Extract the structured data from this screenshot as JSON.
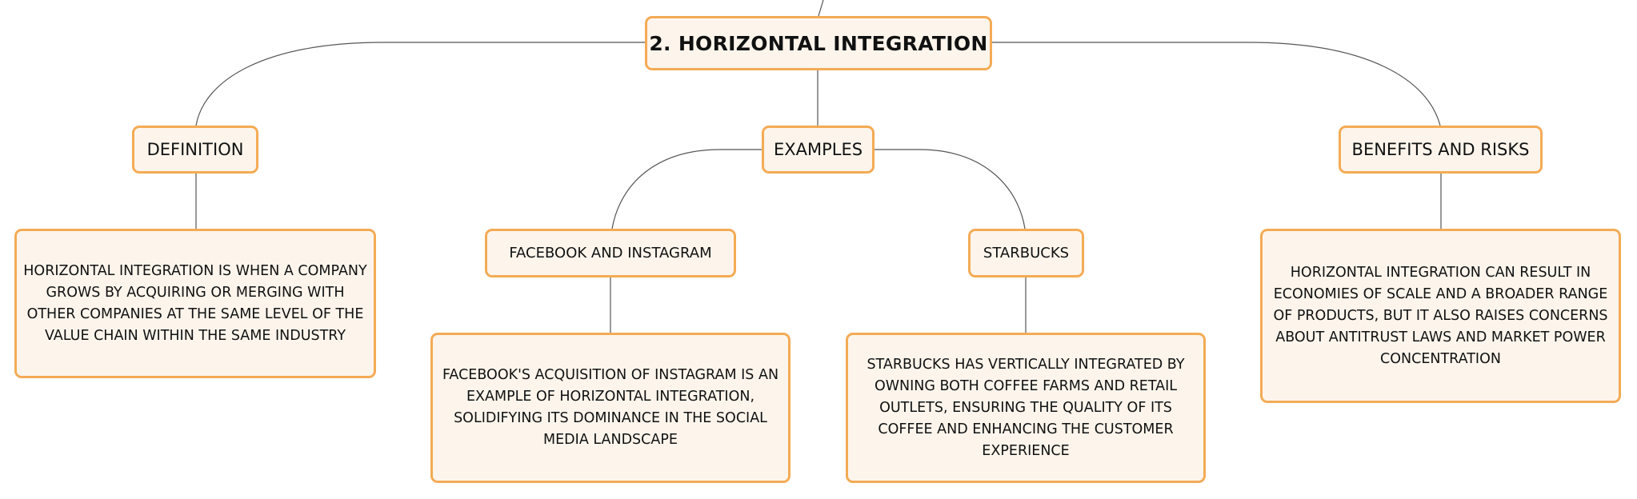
{
  "root": {
    "title": "2. HORIZONTAL INTEGRATION"
  },
  "branches": {
    "definition": {
      "label": "DEFINITION",
      "detail": "HORIZONTAL INTEGRATION IS WHEN A COMPANY GROWS BY ACQUIRING OR MERGING WITH OTHER COMPANIES AT THE SAME LEVEL OF THE VALUE CHAIN WITHIN THE SAME INDUSTRY"
    },
    "examples": {
      "label": "EXAMPLES",
      "facebook": {
        "label": "FACEBOOK AND INSTAGRAM",
        "detail": "FACEBOOK'S ACQUISITION OF INSTAGRAM IS AN EXAMPLE OF HORIZONTAL INTEGRATION, SOLIDIFYING ITS DOMINANCE IN THE SOCIAL MEDIA LANDSCAPE"
      },
      "starbucks": {
        "label": "STARBUCKS",
        "detail": "STARBUCKS HAS VERTICALLY INTEGRATED BY OWNING BOTH COFFEE FARMS AND RETAIL OUTLETS, ENSURING THE QUALITY OF ITS COFFEE AND ENHANCING THE CUSTOMER EXPERIENCE"
      }
    },
    "benefits": {
      "label": "BENEFITS AND RISKS",
      "detail": "HORIZONTAL INTEGRATION CAN RESULT IN ECONOMIES OF SCALE AND A BROADER RANGE OF PRODUCTS, BUT IT ALSO RAISES CONCERNS ABOUT ANTITRUST LAWS AND MARKET POWER CONCENTRATION"
    }
  },
  "colors": {
    "node_border": "#f4ab55",
    "node_fill": "#fdf5ec",
    "edge": "#555555",
    "text": "#111111"
  }
}
